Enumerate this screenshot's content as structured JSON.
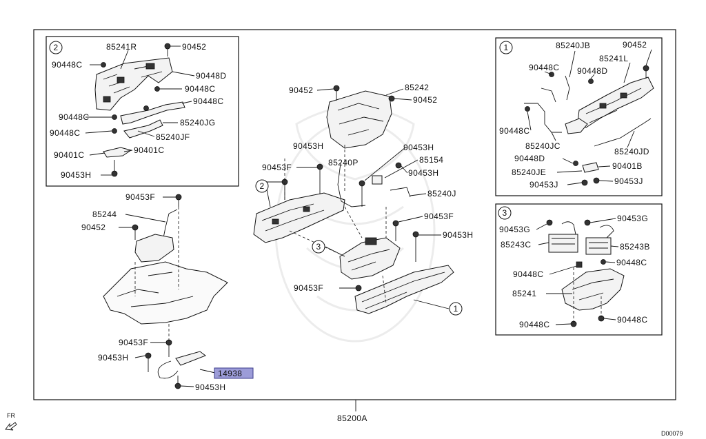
{
  "labels": {
    "p85241R": "85241R",
    "p90452_tl": "90452",
    "p90448C_a": "90448C",
    "p90448D_a": "90448D",
    "p90448C_b": "90448C",
    "p90448C_c": "90448C",
    "p90448C_d": "90448C",
    "p85240JG": "85240JG",
    "p90448C_e": "90448C",
    "p85240JF": "85240JF",
    "p90401C_a": "90401C",
    "p90401C_b": "90401C",
    "p90453H_a": "90453H",
    "p90452_c1": "90452",
    "p85242": "85242",
    "p90452_c2": "90452",
    "p90453H_b": "90453H",
    "p90453F_a": "90453F",
    "p85240P": "85240P",
    "p90453H_c": "90453H",
    "p85154": "85154",
    "p90453H_d": "90453H",
    "p85240J": "85240J",
    "p90453F_b": "90453F",
    "p90453H_e": "90453H",
    "p90453F_c": "90453F",
    "p90453F_d": "90453F",
    "p85244": "85244",
    "p90452_l": "90452",
    "p90453F_e": "90453F",
    "p90453H_f": "90453H",
    "p14938": "14938",
    "p90453H_g": "90453H",
    "p85240JB": "85240JB",
    "p90452_r": "90452",
    "p85241L": "85241L",
    "p90448C_f": "90448C",
    "p90448D_b": "90448D",
    "p90448C_g": "90448C",
    "p85240JC": "85240JC",
    "p85240JD": "85240JD",
    "p90448D_c": "90448D",
    "p90401B": "90401B",
    "p85240JE": "85240JE",
    "p90453J_a": "90453J",
    "p90453J_b": "90453J",
    "p90453G_a": "90453G",
    "p90453G_b": "90453G",
    "p85243C": "85243C",
    "p85243B": "85243B",
    "p90448C_h": "90448C",
    "p90448C_i": "90448C",
    "p85241": "85241",
    "p90448C_j": "90448C",
    "p90448C_k": "90448C",
    "p85200A": "85200A",
    "fr": "FR",
    "diagram_code": "D00079"
  },
  "callouts": {
    "c1_inset": "1",
    "c2_inset": "2",
    "c3_inset": "3",
    "c1_main": "1",
    "c2_main": "2",
    "c3_main": "3"
  },
  "colors": {
    "highlight_fill": "#9c9cd8",
    "highlight_stroke": "#3a3a8a"
  }
}
